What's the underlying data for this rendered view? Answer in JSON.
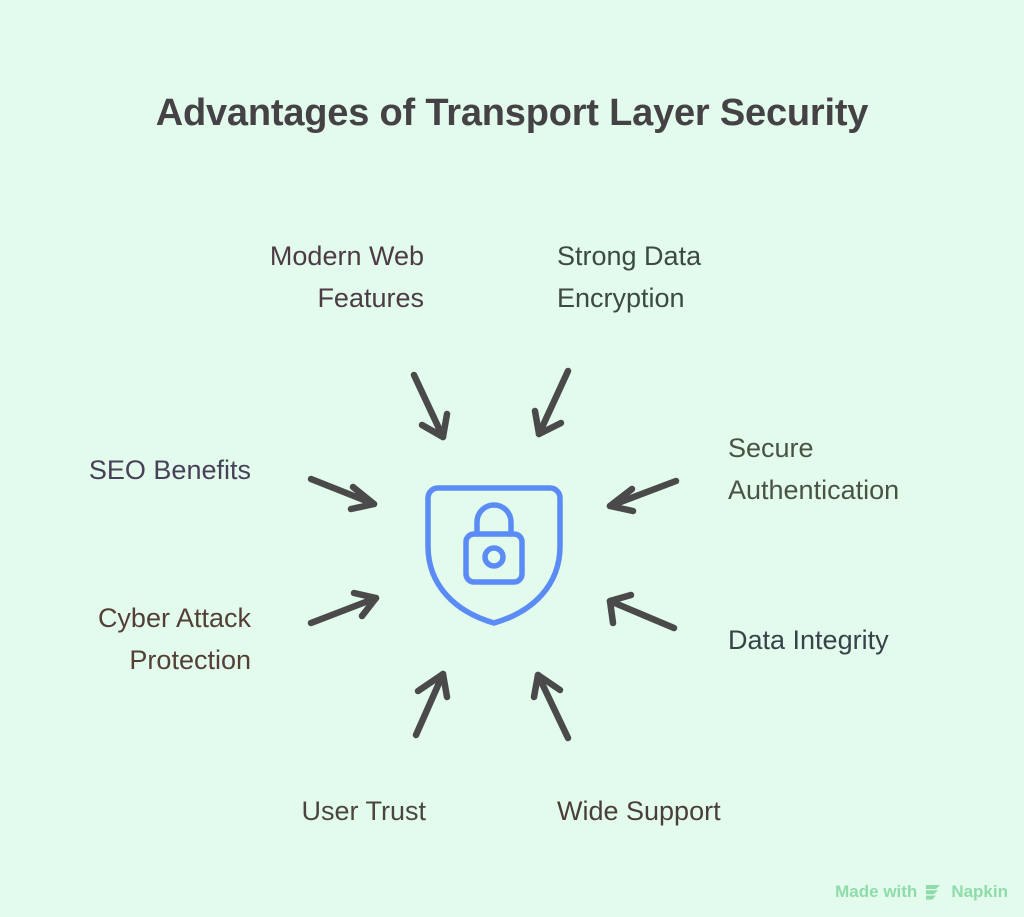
{
  "title": "Advantages of Transport Layer Security",
  "center": {
    "icon": "shield-lock-icon",
    "color": "#5b8cf5"
  },
  "background_color": "#e3fbed",
  "nodes": [
    {
      "id": "modern-web-features",
      "label": "Modern Web\nFeatures",
      "color": "#4c3a44",
      "position": "top-left",
      "align": "right"
    },
    {
      "id": "strong-data-encryption",
      "label": "Strong Data\nEncryption",
      "color": "#3c4a40",
      "position": "top-right",
      "align": "left"
    },
    {
      "id": "seo-benefits",
      "label": "SEO Benefits",
      "color": "#474157",
      "position": "left-upper",
      "align": "right"
    },
    {
      "id": "secure-authentication",
      "label": "Secure\nAuthentication",
      "color": "#4a5343",
      "position": "right-upper",
      "align": "left"
    },
    {
      "id": "cyber-attack-protection",
      "label": "Cyber Attack\nProtection",
      "color": "#543f36",
      "position": "left-lower",
      "align": "right"
    },
    {
      "id": "data-integrity",
      "label": "Data Integrity",
      "color": "#374348",
      "position": "right-lower",
      "align": "left"
    },
    {
      "id": "user-trust",
      "label": "User Trust",
      "color": "#4b463d",
      "position": "bottom-left",
      "align": "right"
    },
    {
      "id": "wide-support",
      "label": "Wide Support",
      "color": "#4a3f38",
      "position": "bottom-right",
      "align": "left"
    }
  ],
  "arrows": {
    "count": 8,
    "color": "#4a4a4a",
    "direction": "inward-to-center"
  },
  "watermark": {
    "prefix": "Made with",
    "brand": "Napkin",
    "color": "#8fdcaa"
  }
}
